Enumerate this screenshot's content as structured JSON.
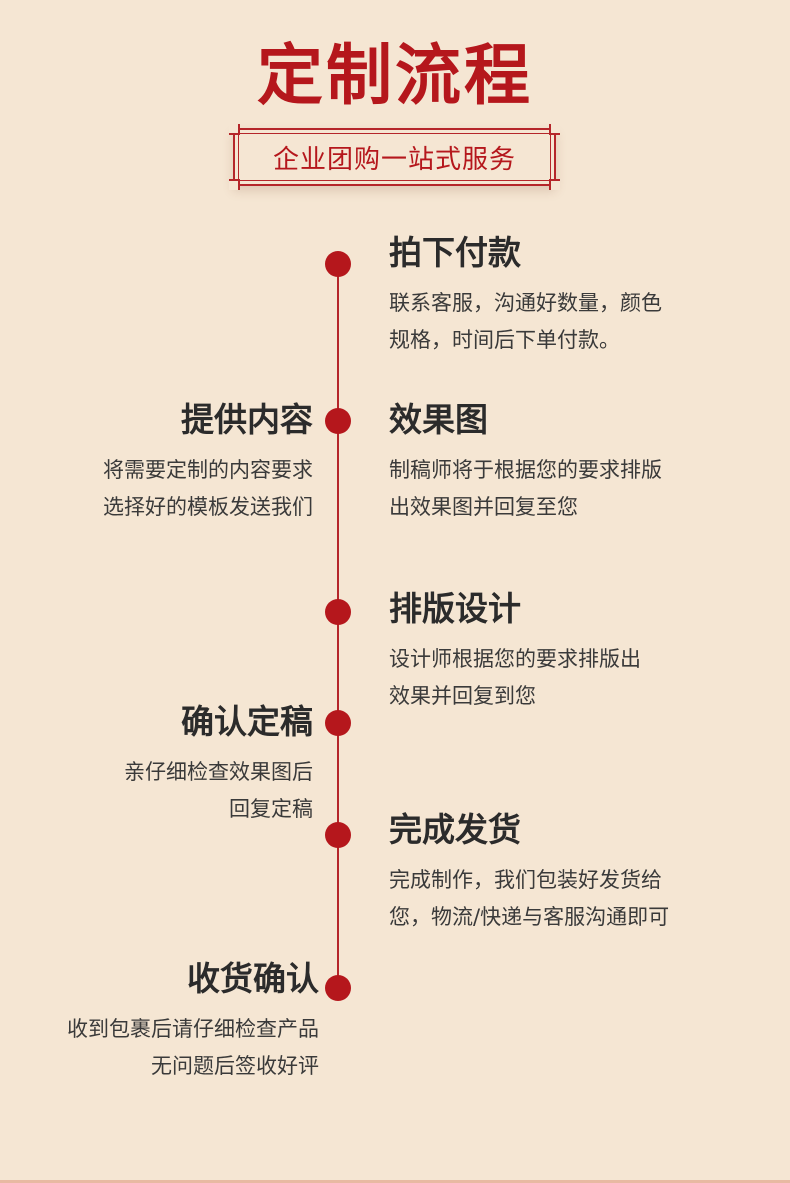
{
  "header": {
    "title": "定制流程",
    "subtitle": "企业团购一站式服务"
  },
  "steps": {
    "pay": {
      "title": "拍下付款",
      "desc1": "联系客服，沟通好数量，颜色",
      "desc2": "规格，时间后下单付款。"
    },
    "content": {
      "title": "提供内容",
      "desc1": "将需要定制的内容要求",
      "desc2": "选择好的模板发送我们"
    },
    "effect": {
      "title": "效果图",
      "desc1": "制稿师将于根据您的要求排版",
      "desc2": "出效果图并回复至您"
    },
    "layout": {
      "title": "排版设计",
      "desc1": "设计师根据您的要求排版出",
      "desc2": "效果并回复到您"
    },
    "confirm": {
      "title": "确认定稿",
      "desc1": "亲仔细检查效果图后",
      "desc2": "回复定稿"
    },
    "ship": {
      "title": "完成发货",
      "desc1": "完成制作，我们包装好发货给",
      "desc2": "您，物流/快递与客服沟通即可"
    },
    "receive": {
      "title": "收货确认",
      "desc1": "收到包裹后请仔细检查产品",
      "desc2": "无问题后签收好评"
    }
  },
  "colors": {
    "accent": "#b5171c",
    "background": "#f5e6d3",
    "text": "#2b2b2b"
  }
}
